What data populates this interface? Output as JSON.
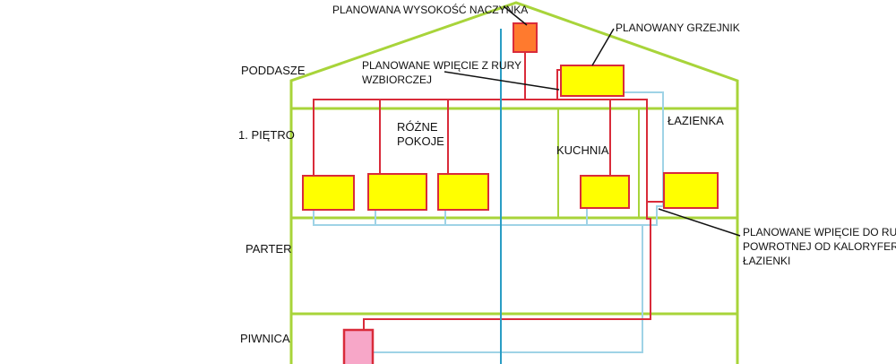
{
  "colors": {
    "wall": "#a8d43a",
    "supply_pipe": "#d92b3a",
    "return_pipe": "#9fd3e6",
    "riser_pipe": "#2a9dc4",
    "radiator_fill": "#ffff00",
    "radiator_stroke": "#d92b3a",
    "tank_fill": "#ff7a2e",
    "boiler_fill": "#f7a7c8",
    "leader": "#111111"
  },
  "floors": {
    "attic": "PODDASZE",
    "first": "1. PIĘTRO",
    "ground": "PARTER",
    "basement": "PIWNICA"
  },
  "rooms": {
    "various_line1": "RÓŻNE",
    "various_line2": "POKOJE",
    "kitchen": "KUCHNIA",
    "bathroom": "ŁAZIENKA"
  },
  "callouts": {
    "tank": "PLANOWANA WYSOKOŚĆ NACZYNKA",
    "radiator": "PLANOWANY GRZEJNIK",
    "riser_line1": "PLANOWANE WPIĘCIE Z RURY",
    "riser_line2": "WZBIORCZEJ",
    "return_line1": "PLANOWANE WPIĘCIE DO RURY",
    "return_line2": "POWROTNEJ OD KALORYFERA Z",
    "return_line3": "ŁAZIENKI"
  }
}
